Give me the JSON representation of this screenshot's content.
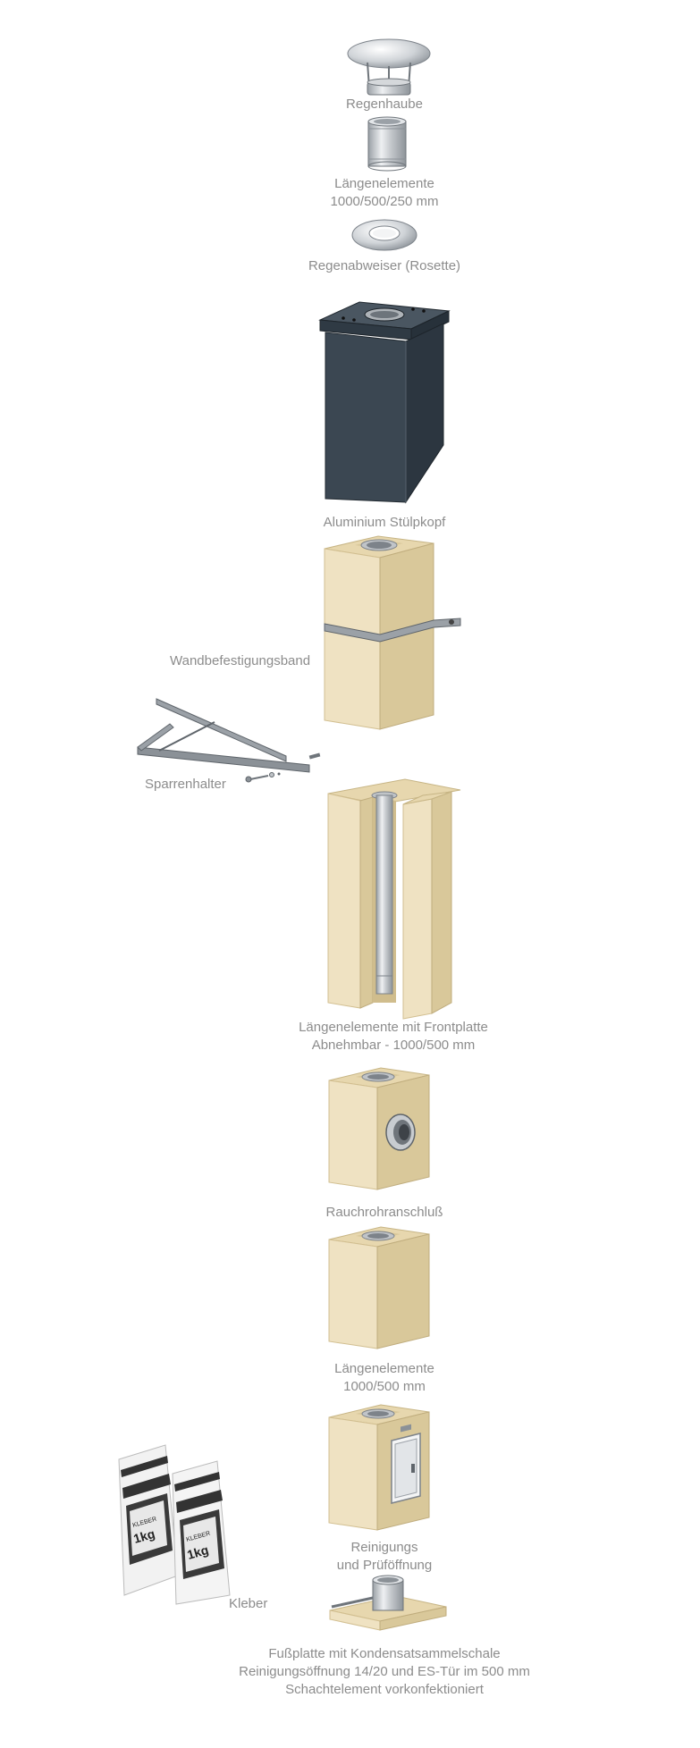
{
  "parts": {
    "regenhaube": "Regenhaube",
    "laengenelemente_top": [
      "Längenelemente",
      "1000/500/250 mm"
    ],
    "rosette": "Regenabweiser (Rosette)",
    "stuelpkopf": "Aluminium Stülpkopf",
    "wandband": "Wandbefestigungsband",
    "sparrenhalter": "Sparrenhalter",
    "frontplatte": [
      "Längenelemente mit Frontplatte",
      "Abnehmbar - 1000/500 mm"
    ],
    "rauchrohr": "Rauchrohranschluß",
    "laengenelemente_mid": [
      "Längenelemente",
      "1000/500 mm"
    ],
    "reinigung": [
      "Reinigungs",
      "und Prüföffnung"
    ],
    "kleber": "Kleber",
    "fussplatte": [
      "Fußplatte mit Kondensatsammelschale",
      "Reinigungsöffnung 14/20 und ES-Tür im 500 mm",
      "Schachtelement vorkonfektioniert"
    ]
  },
  "bags": {
    "brand": "KLEBER",
    "weight": "1kg"
  },
  "colors": {
    "label": "#8c8c8c",
    "block_front": "#efe2c2",
    "block_side": "#d9c89a",
    "block_top": "#e7d7ae",
    "cap_front": "#3b4752",
    "cap_side": "#2c3640",
    "steel": "#c9cdd1"
  }
}
